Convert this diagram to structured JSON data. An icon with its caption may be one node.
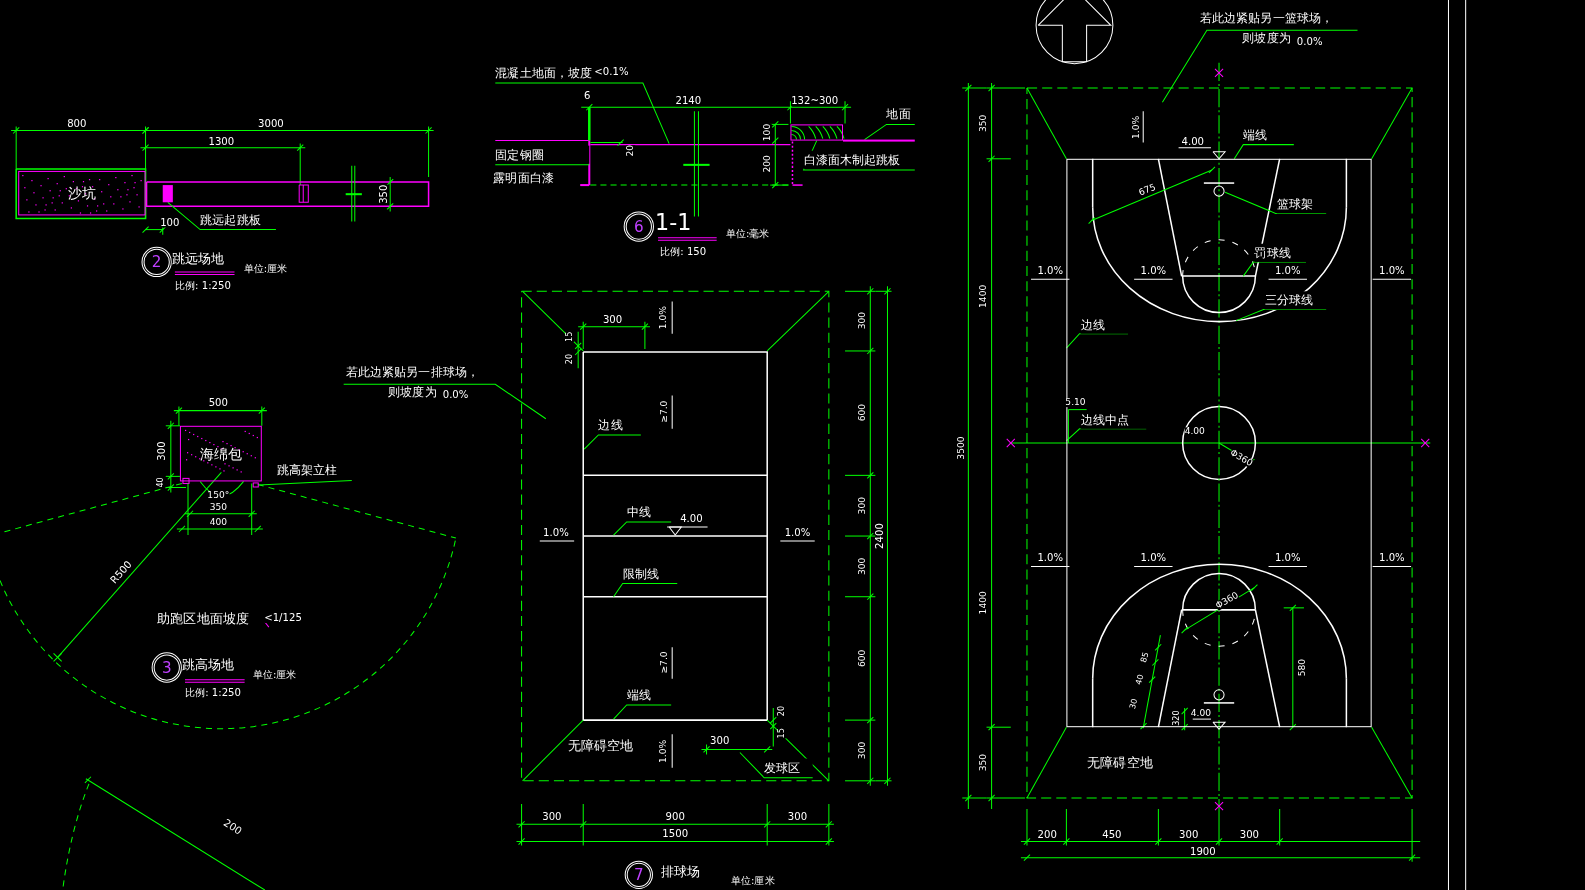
{
  "diagram": {
    "nodes": [
      {
        "text": [
          "沙坑"
        ]
      },
      {
        "text": [
          "跳远起跳板"
        ]
      },
      {
        "text": [
          "2"
        ],
        "beside": [
          "跳远场地",
          "单位:厘米",
          "比例: 1:250"
        ]
      },
      {
        "text": [
          "混凝土地面，坡度"
        ],
        "beside": [
          "<0.1%"
        ]
      },
      {
        "text": [
          "地面"
        ]
      },
      {
        "text": [
          "固定钢圈"
        ]
      },
      {
        "text": [
          "白漆面木制起跳板"
        ]
      },
      {
        "text": [
          "6"
        ],
        "beside": [
          "1-1",
          "单位:毫米",
          "比例: 150"
        ]
      },
      {
        "text": [
          "若此边紧贴另一排球场，则坡度为"
        ],
        "beside": [
          "0.0%"
        ]
      },
      {
        "text": [
          "海绵包"
        ]
      },
      {
        "text": [
          "跳高架立柱"
        ]
      },
      {
        "text": [
          "3"
        ],
        "beside": [
          "跳高场地",
          "单位:厘米",
          "比例: 1:250"
        ]
      },
      {
        "text": [
          "边线"
        ]
      },
      {
        "text": [
          "中线"
        ]
      },
      {
        "text": [
          "限制线"
        ]
      },
      {
        "text": [
          "端线"
        ]
      },
      {
        "text": [
          "发球区"
        ]
      },
      {
        "text": [
          "7"
        ],
        "beside": [
          "排球场",
          "单位:厘米"
        ]
      },
      {
        "text": [
          "若此边紧贴另一篮球场，则坡度为"
        ],
        "beside": [
          "0.0%"
        ]
      },
      {
        "text": [],
        "shape": "box"
      },
      {
        "text": [
          "端线"
        ]
      },
      {
        "text": [
          "篮球架"
        ],
        "in": 19
      },
      {
        "text": [
          "罚球线"
        ],
        "in": 19
      },
      {
        "text": [
          "三分球线"
        ],
        "in": 19
      },
      {
        "text": [
          "边线"
        ],
        "in": 19
      },
      {
        "text": [
          "边线中点"
        ],
        "in": 19
      },
      {
        "text": [],
        "shape": "bar"
      },
      {
        "text": [],
        "shape": "bar"
      },
      {
        "text": [],
        "shape": "box"
      },
      {
        "text": [],
        "shape": "box"
      }
    ],
    "edges": [
      {
        "from": 1,
        "to": 26,
        "arrow": "none"
      },
      {
        "from": 3,
        "to": null,
        "arrow": "none"
      },
      {
        "from": 4,
        "to": 27,
        "arrow": "none"
      },
      {
        "from": 5,
        "to": null,
        "arrow": "none"
      },
      {
        "from": 6,
        "to": 28,
        "arrow": "none"
      },
      {
        "from": 8,
        "to": null,
        "arrow": "none"
      },
      {
        "from": 10,
        "to": 29,
        "arrow": "none"
      },
      {
        "from": 12,
        "to": null,
        "arrow": "none"
      },
      {
        "from": 13,
        "to": null,
        "arrow": "none"
      },
      {
        "from": 14,
        "to": null,
        "arrow": "none"
      },
      {
        "from": 15,
        "to": null,
        "arrow": "none"
      },
      {
        "from": 16,
        "to": null,
        "arrow": "none"
      },
      {
        "from": 18,
        "to": null,
        "arrow": "none"
      },
      {
        "from": 20,
        "to": 19,
        "arrow": "none"
      },
      {
        "from": 21,
        "to": null,
        "arrow": "none"
      },
      {
        "from": 22,
        "to": null,
        "arrow": "none"
      },
      {
        "from": 23,
        "to": null,
        "arrow": "none"
      },
      {
        "from": 24,
        "to": 19,
        "arrow": "none"
      },
      {
        "from": 25,
        "to": 19,
        "arrow": "none"
      }
    ],
    "labels": [
      "800",
      "3000",
      "1300",
      "350",
      "100",
      "6",
      "2140",
      "132~300",
      "20",
      "露明面白漆",
      "100",
      "200",
      "500",
      "300",
      "40",
      "150°",
      "350",
      "400",
      "R500",
      "助跑区地面坡度",
      "<1/125",
      "200",
      "300",
      "1.0%",
      "15",
      "20",
      "≥7.0",
      "1.0%",
      "4.00",
      "1.0%",
      "≥7.0",
      "20",
      "15",
      "无障碍空地",
      "1.0%",
      "300",
      "300",
      "600",
      "300",
      "300",
      "600",
      "300",
      "2400",
      "300",
      "900",
      "300",
      "1500",
      "1.0%",
      "4.00",
      "675",
      "1.0%",
      "1.0%",
      "1.0%",
      "1.0%",
      "5.10",
      "4.00",
      "Φ360",
      "1.0%",
      "1.0%",
      "1.0%",
      "1.0%",
      "Φ360",
      "85",
      "40",
      "30",
      "580",
      "4.00",
      "320",
      "无障碍空地",
      "350",
      "1400",
      "3500",
      "1400",
      "350",
      "200",
      "450",
      "300",
      "300",
      "1900"
    ]
  }
}
